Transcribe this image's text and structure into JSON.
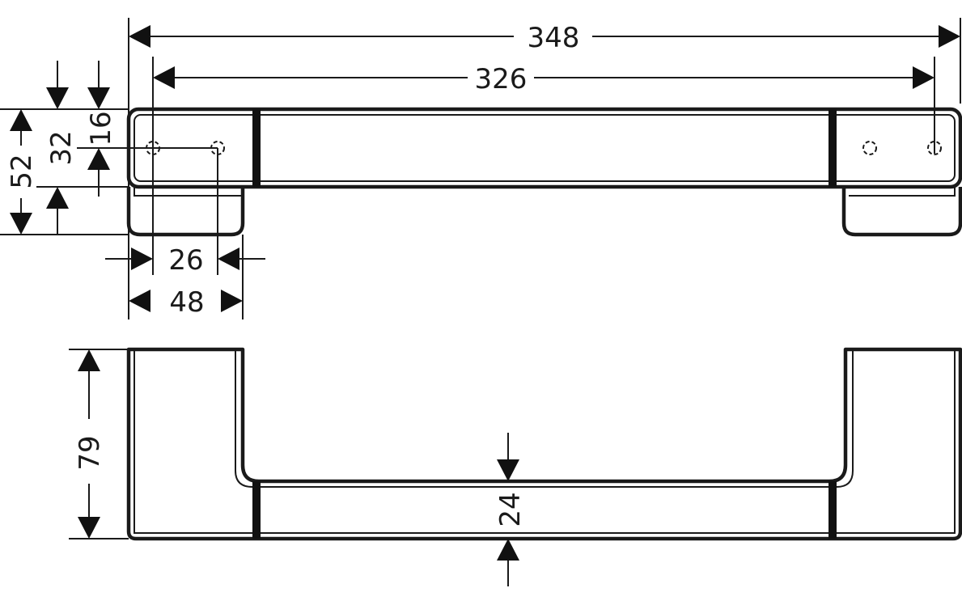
{
  "drawing": {
    "top_view": {
      "overall_length": "348",
      "hole_spacing": "326",
      "hole_offset": "26",
      "foot_width": "48",
      "height_total": "52",
      "height_bar": "32",
      "height_offset": "16"
    },
    "side_view": {
      "depth": "79",
      "bar_thickness": "24"
    }
  }
}
